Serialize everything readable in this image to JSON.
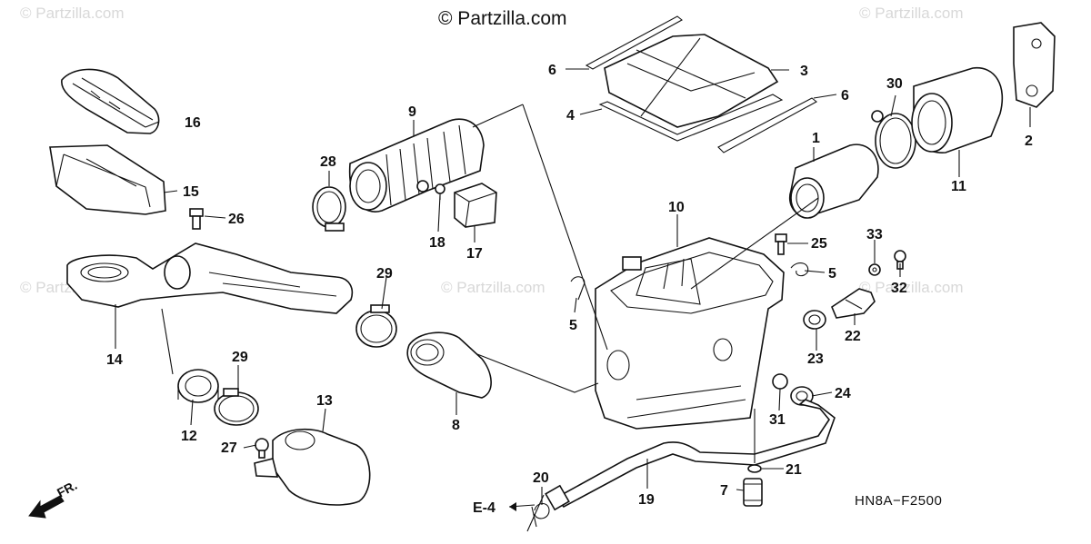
{
  "copyright": "© Partzilla.com",
  "watermark": "© Partzilla.com",
  "diagram_code": "HN8A−F2500",
  "section_ref": "E-4",
  "front_label": "FR.",
  "callouts": {
    "c1": "1",
    "c2": "2",
    "c3": "3",
    "c4": "4",
    "c5a": "5",
    "c5b": "5",
    "c6a": "6",
    "c6b": "6",
    "c7": "7",
    "c8": "8",
    "c9": "9",
    "c10": "10",
    "c11": "11",
    "c12": "12",
    "c13": "13",
    "c14": "14",
    "c15": "15",
    "c16": "16",
    "c17": "17",
    "c18": "18",
    "c19": "19",
    "c20": "20",
    "c21": "21",
    "c22": "22",
    "c23": "23",
    "c24": "24",
    "c25": "25",
    "c26": "26",
    "c27": "27",
    "c28": "28",
    "c29a": "29",
    "c29b": "29",
    "c30": "30",
    "c31": "31",
    "c32": "32",
    "c33": "33"
  }
}
